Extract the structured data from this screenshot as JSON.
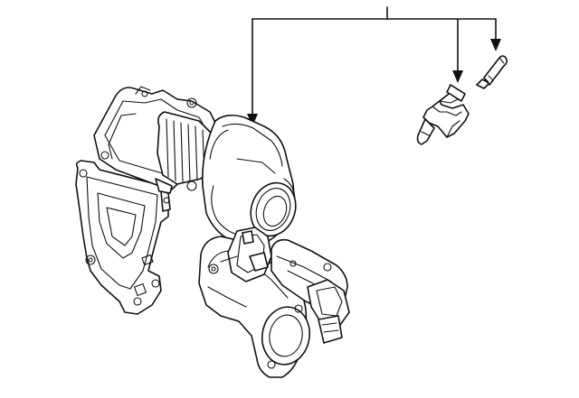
{
  "diagram": {
    "kind": "exploded parts illustration",
    "line_color": "#111111",
    "background": "#ffffff",
    "parts": [
      {
        "name": "turbocharger-assembly"
      },
      {
        "name": "fitting"
      },
      {
        "name": "pin"
      }
    ],
    "callout_targets": 3
  }
}
